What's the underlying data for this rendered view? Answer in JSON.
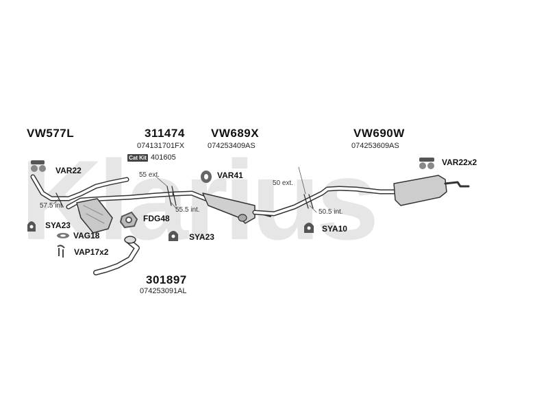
{
  "watermark": "Klarius",
  "main_codes": [
    {
      "text": "VW577L"
    },
    {
      "text": "311474"
    },
    {
      "text": "VW689X"
    },
    {
      "text": "VW690W"
    },
    {
      "text": "301897"
    }
  ],
  "oe_numbers": {
    "n311474": "074131701FX",
    "vw689x": "074253409AS",
    "vw690w": "074253609AS",
    "n301897": "074253091AL"
  },
  "catkit": {
    "badge": "Cat Kit",
    "code": "401605"
  },
  "parts": {
    "var22": "VAR22",
    "var41": "VAR41",
    "var22x2": "VAR22x2",
    "fdg48": "FDG48",
    "sya23_left": "SYA23",
    "sya23_mid": "SYA23",
    "sya10": "SYA10",
    "vag18": "VAG18",
    "vap17x2": "VAP17x2"
  },
  "dimensions": {
    "d55ext": "55 ext.",
    "d575int": "57.5 int.",
    "d555int": "55.5 int.",
    "d50ext": "50 ext.",
    "d505int": "50.5 int."
  }
}
